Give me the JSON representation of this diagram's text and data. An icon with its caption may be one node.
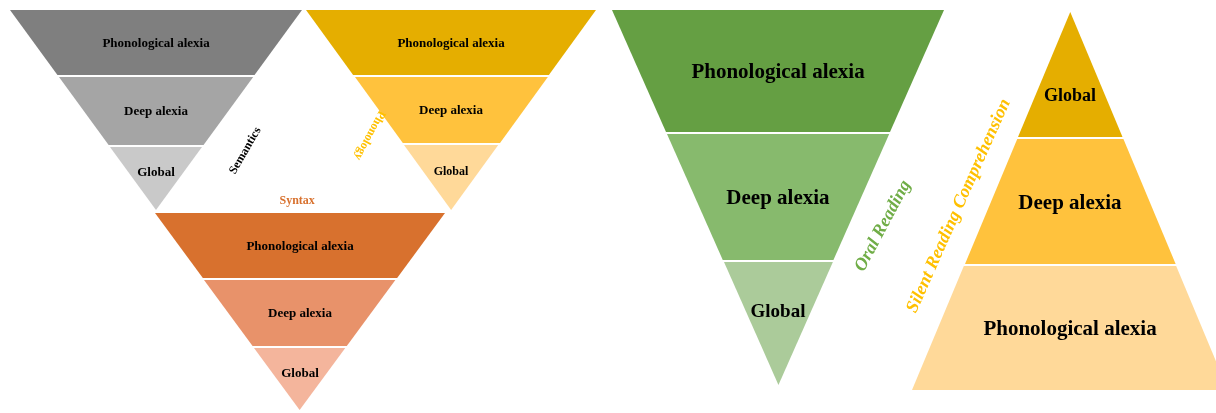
{
  "diagram": {
    "nodes": [
      {
        "text": [
          "Phonological alexia"
        ]
      },
      {
        "text": [
          "Deep alexia"
        ]
      },
      {
        "text": [
          "Global"
        ]
      },
      {
        "text": [
          "Phonological alexia"
        ]
      },
      {
        "text": [
          "Deep alexia"
        ]
      },
      {
        "text": [
          "Global"
        ]
      },
      {
        "text": [
          "Phonological alexia"
        ]
      },
      {
        "text": [
          "Deep alexia"
        ]
      },
      {
        "text": [
          "Global"
        ]
      },
      {
        "text": [
          "Phonological alexia"
        ]
      },
      {
        "text": [
          "Deep alexia"
        ]
      },
      {
        "text": [
          "Global"
        ]
      },
      {
        "text": [
          "Global"
        ]
      },
      {
        "text": [
          "Deep alexia"
        ]
      },
      {
        "text": [
          "Phonological alexia"
        ]
      }
    ],
    "edges": [],
    "labels": [
      "Semantics",
      "Phonology",
      "Syntax",
      "Oral Reading",
      "Silent Reading Comprehension"
    ]
  }
}
